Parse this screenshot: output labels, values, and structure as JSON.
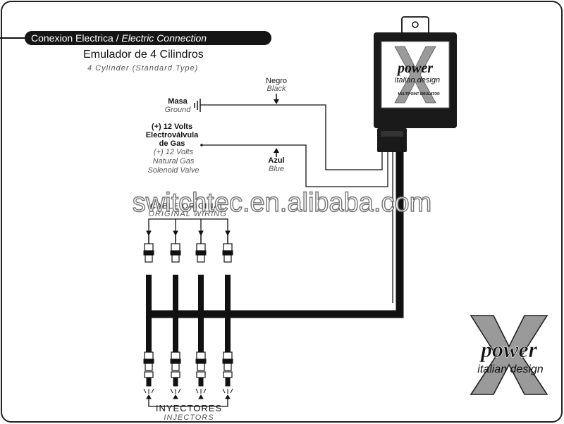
{
  "header": {
    "banner_es": "Conexion Electrica",
    "banner_sep": " / ",
    "banner_en": "Electric Connection",
    "title": "Emulador de 4 Cilindros",
    "subtitle": "4 Cylinder (Standard Type)"
  },
  "labels": {
    "negro": "Negro",
    "black": "Black",
    "masa": "Masa",
    "ground": "Ground",
    "plus12_l1": "(+) 12 Volts",
    "plus12_l2": "Electroválvula",
    "plus12_l3": "de Gas",
    "plus12_en_l1": "(+) 12 Volts",
    "plus12_en_l2": "Natural Gas",
    "plus12_en_l3": "Solenoid Valve",
    "azul": "Azul",
    "blue": "Blue",
    "cable_original": "CABLE ORIGINAL",
    "original_wiring": "ORIGINAL WIRING",
    "inyectores": "INYECTORES",
    "injectors": "INJECTORS"
  },
  "device": {
    "brand": "power",
    "tagline": "italian design",
    "model": "MULTIPOINT EMULATOR"
  },
  "logo": {
    "brand": "power",
    "tagline": "italian design"
  },
  "watermark": "switchtec.en.alibaba.com",
  "colors": {
    "wire": "#111111",
    "banner_bg": "#151515",
    "banner_text": "#ffffff",
    "x_gray": "#9a9a9a"
  }
}
